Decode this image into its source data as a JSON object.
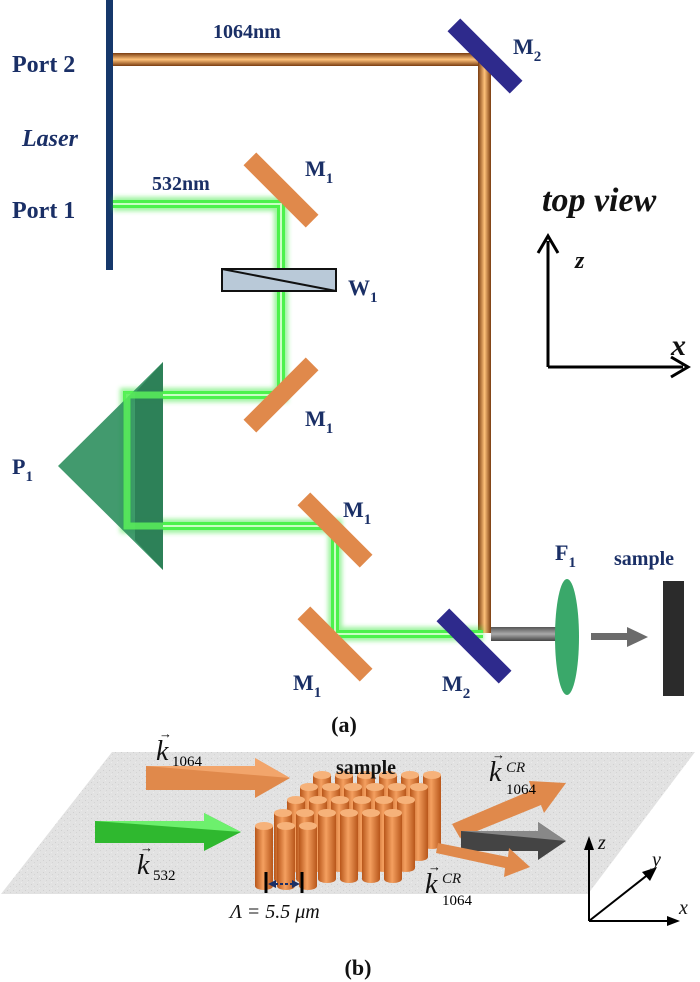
{
  "part_a": {
    "beam_1064_label": "1064nm",
    "beam_532_label": "532nm",
    "port2_label": "Port 2",
    "port1_label": "Port 1",
    "laser_label": "Laser",
    "m1_label": "M",
    "m1_sub": "1",
    "m2_label": "M",
    "m2_sub": "2",
    "w1_label": "W",
    "w1_sub": "1",
    "p1_label": "P",
    "p1_sub": "1",
    "f1_label": "F",
    "f1_sub": "1",
    "sample_label": "sample",
    "view_label": "top view",
    "axis_z": "z",
    "axis_x": "x",
    "caption": "(a)"
  },
  "part_b": {
    "sample_label": "sample",
    "k1064_label": "k",
    "k1064_sub": "1064",
    "k532_label": "k",
    "k532_sub": "532",
    "kcr_top_label": "k",
    "kcr_top_sub": "1064",
    "kcr_top_sup": "CR",
    "kcr_bot_label": "k",
    "kcr_bot_sub": "1064",
    "kcr_bot_sup": "CR",
    "period_label": "Λ = 5.5 μm",
    "axis_z": "z",
    "axis_y": "y",
    "axis_x": "x",
    "caption": "(b)"
  },
  "colors": {
    "laser_bar": "#16386b",
    "beam_1064": "#e8893a",
    "beam_532": "#39e83a",
    "mirror_m1": "#e0894b",
    "mirror_m2": "#2e2a8c",
    "prism": "#2e8f5e",
    "lens": "#3aa86a",
    "sample": "#2b2b2b",
    "label_blue": "#1a2f66"
  }
}
